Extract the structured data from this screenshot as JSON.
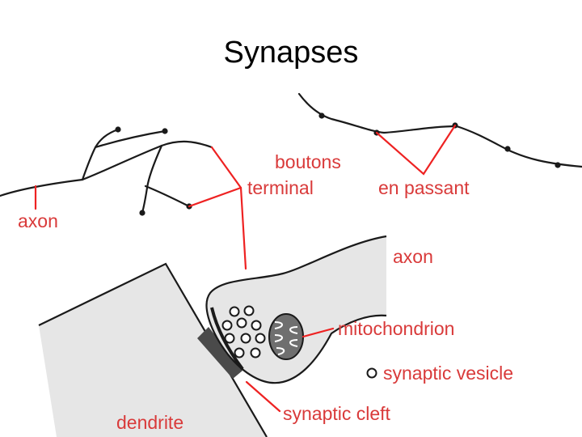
{
  "title": "Synapses",
  "labels": {
    "axon_left": "axon",
    "boutons": "boutons",
    "terminal": "terminal",
    "en_passant": "en passant",
    "axon_right": "axon",
    "mitochondrion": "mitochondrion",
    "synaptic_vesicle": "synaptic vesicle",
    "synaptic_cleft": "synaptic cleft",
    "dendrite": "dendrite"
  },
  "colors": {
    "label_red": "#d93a3a",
    "pointer_red": "#ee2222",
    "line": "#1a1a1a",
    "fill_gray": "#e6e6e6",
    "mito_gray": "#6f6f6f",
    "membrane_dark": "#4a4a4a"
  }
}
